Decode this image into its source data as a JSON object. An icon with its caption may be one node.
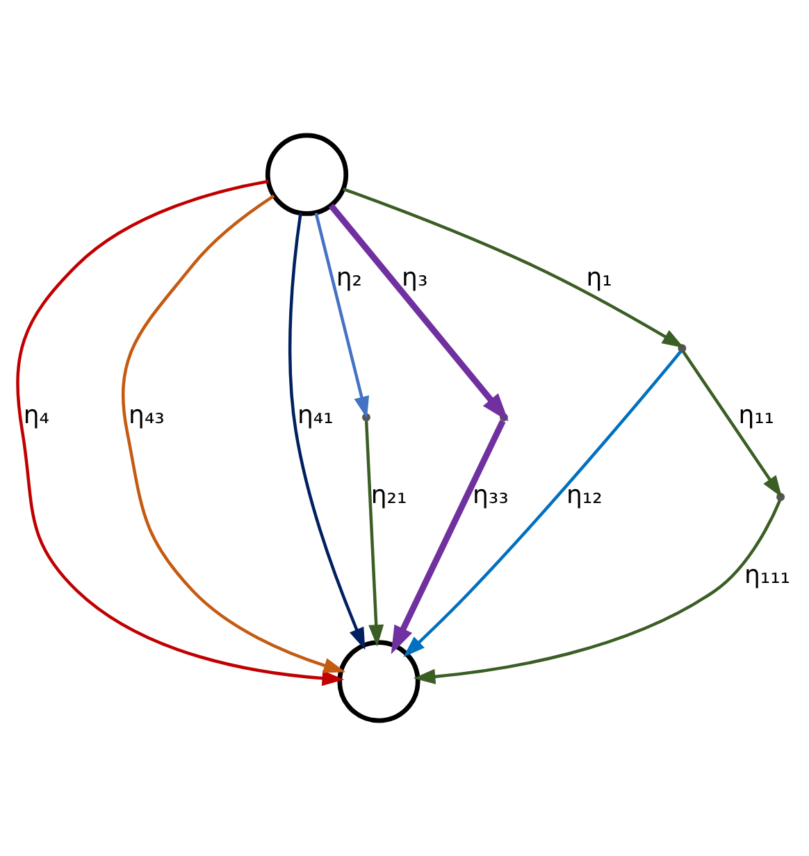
{
  "diagram": {
    "nodes": [
      {
        "text": [],
        "shape": "circle"
      },
      {
        "text": [],
        "shape": "circle"
      },
      {
        "text": [],
        "shape": "point"
      },
      {
        "text": [],
        "shape": "point"
      },
      {
        "text": [],
        "shape": "point"
      },
      {
        "text": [],
        "shape": "point"
      }
    ],
    "edges": [
      {
        "from": 0,
        "to": 1,
        "arrow": "to",
        "label": "η₄",
        "color": "#c00000"
      },
      {
        "from": 0,
        "to": 2,
        "arrow": "to",
        "label": "η₂",
        "color": "#4472c4"
      },
      {
        "from": 2,
        "to": 1,
        "arrow": "to",
        "label": "η₂₁",
        "color": "#3a5e24"
      },
      {
        "from": 0,
        "to": 1,
        "arrow": "to",
        "label": "η₄₃",
        "color": "#c55a11"
      },
      {
        "from": 0,
        "to": 3,
        "arrow": "to",
        "label": "η₃",
        "color": "#7030a0",
        "style": "thick"
      },
      {
        "from": 3,
        "to": 1,
        "arrow": "to",
        "label": "η₃₃",
        "color": "#7030a0",
        "style": "thick"
      },
      {
        "from": 0,
        "to": 1,
        "arrow": "to",
        "label": "η₄₁",
        "color": "#002060"
      },
      {
        "from": 0,
        "to": 4,
        "arrow": "to",
        "label": "η₁",
        "color": "#3a5e24"
      },
      {
        "from": 4,
        "to": 1,
        "arrow": "to",
        "label": "η₁₂",
        "color": "#0070c0"
      },
      {
        "from": 4,
        "to": 5,
        "arrow": "to",
        "label": "η₁₁",
        "color": "#3a5e24"
      },
      {
        "from": 5,
        "to": 1,
        "arrow": "to",
        "label": "η₁₁₁",
        "color": "#3a5e24"
      }
    ]
  }
}
